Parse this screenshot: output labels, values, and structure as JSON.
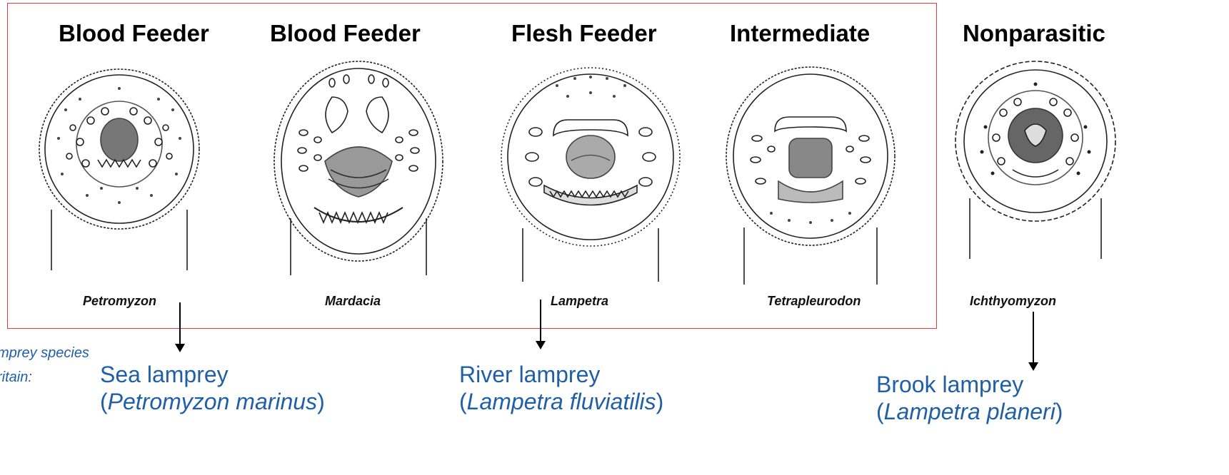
{
  "categories": [
    {
      "heading": "Blood Feeder",
      "genus": "Petromyzon"
    },
    {
      "heading": "Blood Feeder",
      "genus": "Mardacia"
    },
    {
      "heading": "Flesh Feeder",
      "genus": "Lampetra"
    },
    {
      "heading": "Intermediate",
      "genus": "Tetrapleurodon"
    },
    {
      "heading": "Nonparasitic",
      "genus": "Ichthyomyzon"
    }
  ],
  "side_note": {
    "line1": "mprey species",
    "line2": "ritain:"
  },
  "species": [
    {
      "common": "Sea lamprey",
      "open": "(",
      "scientific": "Petromyzon marinus",
      "close": ")"
    },
    {
      "common": "River lamprey",
      "open": "(",
      "scientific": "Lampetra fluviatilis",
      "close": ")"
    },
    {
      "common": "Brook lamprey",
      "open": "(",
      "scientific": "Lampetra planeri",
      "close": ")"
    }
  ],
  "colors": {
    "frame": "#e03b3b",
    "species_text": "#1f5fa8",
    "ink": "#000000"
  }
}
